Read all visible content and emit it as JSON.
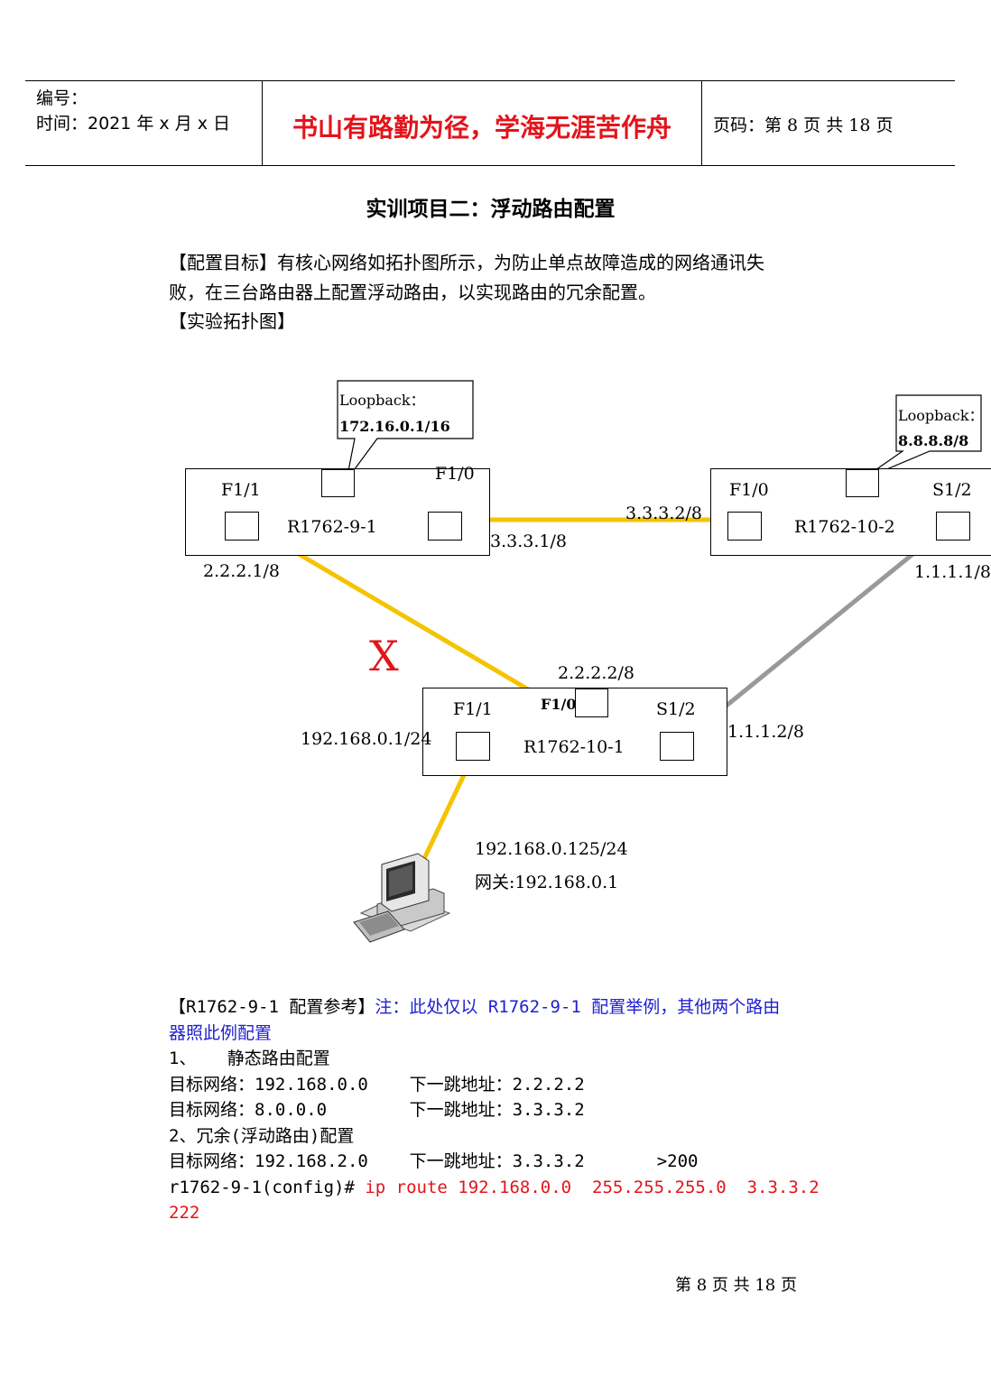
{
  "header": {
    "number_label": "编号：",
    "time_label": "时间：2021 年 x 月 x 日",
    "motto": "书山有路勤为径，学海无涯苦作舟",
    "page_label": "页码：第 8 页  共 18 页"
  },
  "title": "实训项目二：浮动路由配置",
  "intro": {
    "line1": "【配置目标】有核心网络如拓扑图所示，为防止单点故障造成的网络通讯失",
    "line2": "败，在三台路由器上配置浮动路由，以实现路由的冗余配置。",
    "line3": "【实验拓扑图】"
  },
  "diagram": {
    "loopback1": {
      "label": "Loopback：",
      "addr": "172.16.0.1/16"
    },
    "loopback2": {
      "label": "Loopback：",
      "addr": "8.8.8.8/8"
    },
    "r1": {
      "name": "R1762-9-1",
      "port_left": "F1/1",
      "port_right": "F1/0",
      "addr_left": "2.2.2.1/8",
      "addr_right": "3.3.3.1/8"
    },
    "r2": {
      "name": "R1762-10-2",
      "port_left": "F1/0",
      "port_right": "S1/2",
      "addr_left": "3.3.3.2/8",
      "addr_right": "1.1.1.1/8"
    },
    "r3": {
      "name": "R1762-10-1",
      "port_left": "F1/1",
      "port_top": "F1/0",
      "port_right": "S1/2",
      "addr_top": "2.2.2.2/8",
      "addr_left": "192.168.0.1/24",
      "addr_right": "1.1.1.2/8"
    },
    "pc": {
      "ip": "192.168.0.125/24",
      "gateway": "网关:192.168.0.1"
    },
    "fail_mark": "X",
    "colors": {
      "link_active": "#f5c400",
      "link_backup": "#999999",
      "fail": "#e3141b"
    }
  },
  "config": {
    "heading": "【R1762-9-1 配置参考】",
    "note_a": "注：此处仅以 R1762-9-1 配置举例，其他两个路由",
    "note_b": "器照此例配置",
    "s1_title": "1、   静态路由配置",
    "s1_row1": "目标网络：192.168.0.0    下一跳地址：2.2.2.2",
    "s1_row2": "目标网络：8.0.0.0        下一跳地址：3.3.3.2",
    "s2_title": "2、冗余(浮动路由)配置",
    "s2_row1": "目标网络：192.168.2.0    下一跳地址：3.3.3.2       >200",
    "cmd_prompt": "r1762-9-1(config)# ",
    "cmd_text": "ip route 192.168.0.0  255.255.255.0  3.3.3.2",
    "cmd_cont": "222"
  },
  "footer": "第 8 页 共 18 页"
}
